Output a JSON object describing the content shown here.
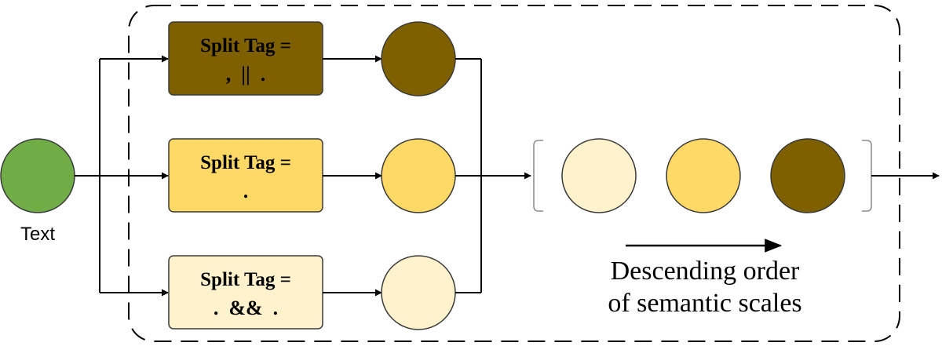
{
  "input": {
    "label": "Text",
    "color": "#70ad47"
  },
  "branches": [
    {
      "title": "Split Tag =",
      "symbols": ",  ||  .",
      "color": "#7f6000"
    },
    {
      "title": "Split Tag =",
      "symbols": ".",
      "color": "#ffd966"
    },
    {
      "title": "Split Tag =",
      "symbols": ".  &&  .",
      "color": "#fff2cc"
    }
  ],
  "ordered_outputs": [
    "#fff2cc",
    "#ffd966",
    "#7f6000"
  ],
  "caption": {
    "line1": "Descending order",
    "line2": "of semantic scales"
  },
  "colors": {
    "stroke": "#000000",
    "node_border": "#3a3a3a",
    "bracket": "#8a8a8a"
  }
}
